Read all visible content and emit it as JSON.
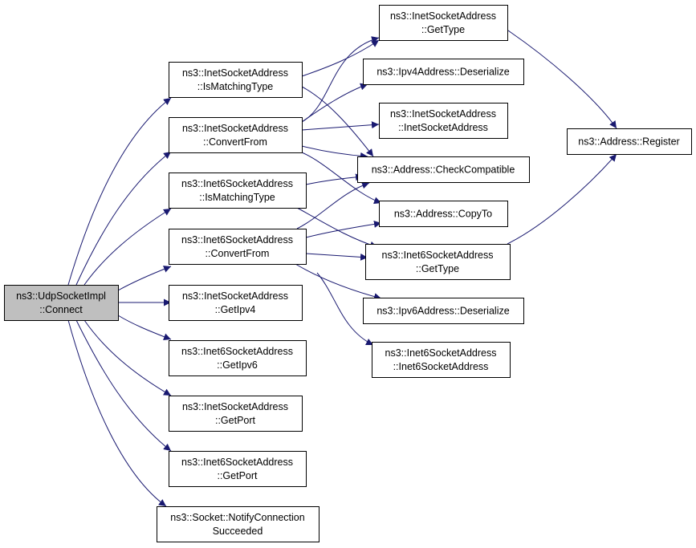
{
  "graph": {
    "nodes": [
      {
        "id": "udp_connect",
        "lines": [
          "ns3::UdpSocketImpl",
          "::Connect"
        ],
        "root": true
      },
      {
        "id": "inet_ismatching",
        "lines": [
          "ns3::InetSocketAddress",
          "::IsMatchingType"
        ]
      },
      {
        "id": "inet_convertfrom",
        "lines": [
          "ns3::InetSocketAddress",
          "::ConvertFrom"
        ]
      },
      {
        "id": "inet6_ismatching",
        "lines": [
          "ns3::Inet6SocketAddress",
          "::IsMatchingType"
        ]
      },
      {
        "id": "inet6_convertfrom",
        "lines": [
          "ns3::Inet6SocketAddress",
          "::ConvertFrom"
        ]
      },
      {
        "id": "inet_getipv4",
        "lines": [
          "ns3::InetSocketAddress",
          "::GetIpv4"
        ]
      },
      {
        "id": "inet6_getipv6",
        "lines": [
          "ns3::Inet6SocketAddress",
          "::GetIpv6"
        ]
      },
      {
        "id": "inet_getport",
        "lines": [
          "ns3::InetSocketAddress",
          "::GetPort"
        ]
      },
      {
        "id": "inet6_getport",
        "lines": [
          "ns3::Inet6SocketAddress",
          "::GetPort"
        ]
      },
      {
        "id": "socket_notify",
        "lines": [
          "ns3::Socket::NotifyConnection",
          "Succeeded"
        ]
      },
      {
        "id": "inet_gettype",
        "lines": [
          "ns3::InetSocketAddress",
          "::GetType"
        ]
      },
      {
        "id": "ipv4_deserialize",
        "lines": [
          "ns3::Ipv4Address::Deserialize"
        ]
      },
      {
        "id": "inet_ctor",
        "lines": [
          "ns3::InetSocketAddress",
          "::InetSocketAddress"
        ]
      },
      {
        "id": "addr_checkcompat",
        "lines": [
          "ns3::Address::CheckCompatible"
        ]
      },
      {
        "id": "addr_copyto",
        "lines": [
          "ns3::Address::CopyTo"
        ]
      },
      {
        "id": "inet6_gettype",
        "lines": [
          "ns3::Inet6SocketAddress",
          "::GetType"
        ]
      },
      {
        "id": "ipv6_deserialize",
        "lines": [
          "ns3::Ipv6Address::Deserialize"
        ]
      },
      {
        "id": "inet6_ctor",
        "lines": [
          "ns3::Inet6SocketAddress",
          "::Inet6SocketAddress"
        ]
      },
      {
        "id": "addr_register",
        "lines": [
          "ns3::Address::Register"
        ]
      }
    ],
    "edges": [
      [
        "udp_connect",
        "inet_ismatching"
      ],
      [
        "udp_connect",
        "inet_convertfrom"
      ],
      [
        "udp_connect",
        "inet6_ismatching"
      ],
      [
        "udp_connect",
        "inet6_convertfrom"
      ],
      [
        "udp_connect",
        "inet_getipv4"
      ],
      [
        "udp_connect",
        "inet6_getipv6"
      ],
      [
        "udp_connect",
        "inet_getport"
      ],
      [
        "udp_connect",
        "inet6_getport"
      ],
      [
        "udp_connect",
        "socket_notify"
      ],
      [
        "inet_ismatching",
        "inet_gettype"
      ],
      [
        "inet_ismatching",
        "addr_checkcompat"
      ],
      [
        "inet_convertfrom",
        "inet_gettype"
      ],
      [
        "inet_convertfrom",
        "ipv4_deserialize"
      ],
      [
        "inet_convertfrom",
        "inet_ctor"
      ],
      [
        "inet_convertfrom",
        "addr_checkcompat"
      ],
      [
        "inet_convertfrom",
        "addr_copyto"
      ],
      [
        "inet6_ismatching",
        "addr_checkcompat"
      ],
      [
        "inet6_ismatching",
        "inet6_gettype"
      ],
      [
        "inet6_convertfrom",
        "addr_checkcompat"
      ],
      [
        "inet6_convertfrom",
        "addr_copyto"
      ],
      [
        "inet6_convertfrom",
        "inet6_gettype"
      ],
      [
        "inet6_convertfrom",
        "ipv6_deserialize"
      ],
      [
        "inet6_convertfrom",
        "inet6_ctor"
      ],
      [
        "inet_gettype",
        "addr_register"
      ],
      [
        "inet6_gettype",
        "addr_register"
      ]
    ]
  }
}
